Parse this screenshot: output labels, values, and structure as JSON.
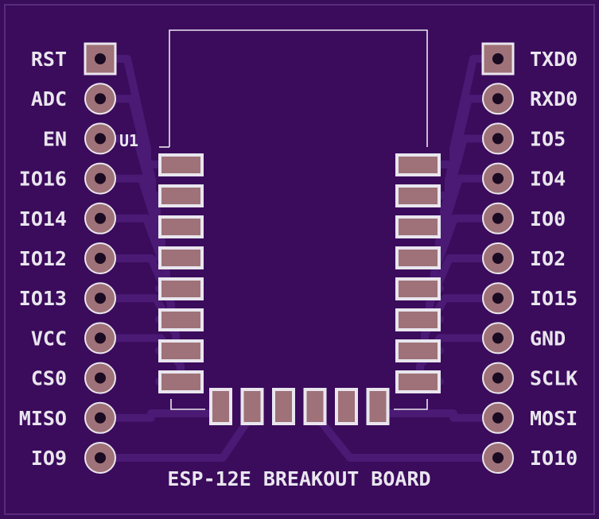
{
  "colors": {
    "board": "#3b0b5c",
    "trace": "#4a1a74",
    "silkscreen": "#e9e6ee",
    "pad": "#9e7278",
    "hole": "#1a0a22"
  },
  "board": {
    "title": "ESP-12E BREAKOUT BOARD",
    "designator": "U1"
  },
  "left_pins": [
    "RST",
    "ADC",
    "EN",
    "IO16",
    "IO14",
    "IO12",
    "IO13",
    "VCC",
    "CS0",
    "MISO",
    "IO9"
  ],
  "right_pins": [
    "TXD0",
    "RXD0",
    "IO5",
    "IO4",
    "IO0",
    "IO2",
    "IO15",
    "GND",
    "SCLK",
    "MOSI",
    "IO10"
  ]
}
